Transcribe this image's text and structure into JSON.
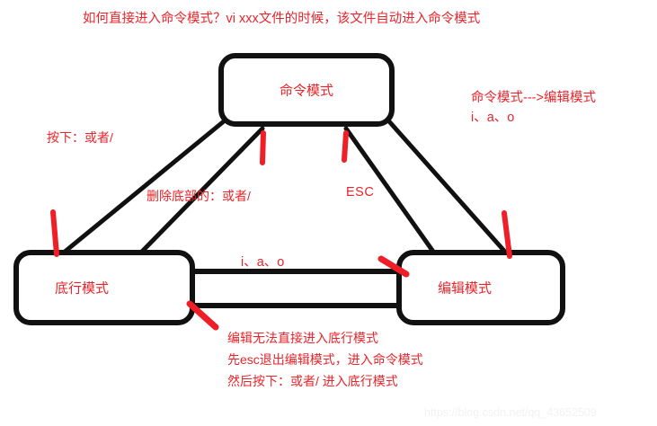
{
  "diagram": {
    "title": "如何直接进入命令模式？vi xxx文件的时候，该文件自动进入命令模式",
    "nodes": [
      {
        "id": "command-mode",
        "label": "命令模式"
      },
      {
        "id": "bottom-line-mode",
        "label": "底行模式"
      },
      {
        "id": "edit-mode",
        "label": "编辑模式"
      }
    ],
    "annotations": {
      "left_press": "按下：或者/",
      "delete_bottom": "删除底部的：或者/",
      "esc": "ESC",
      "command_to_edit": "命令模式--->编辑模式",
      "command_to_edit_keys": "i、a、o",
      "middle_keys": "i、a、o",
      "bottom_note_1": "编辑无法直接进入底行模式",
      "bottom_note_2": "先esc退出编辑模式，进入命令模式",
      "bottom_note_3": "然后按下：或者/ 进入底行模式"
    },
    "watermark": "https://blog.csdn.net/qq_43652509",
    "colors": {
      "annotation_red": "#e8252b",
      "stroke_black": "#111111",
      "background": "#ffffff",
      "watermark_gray": "#f2f2f2"
    }
  }
}
